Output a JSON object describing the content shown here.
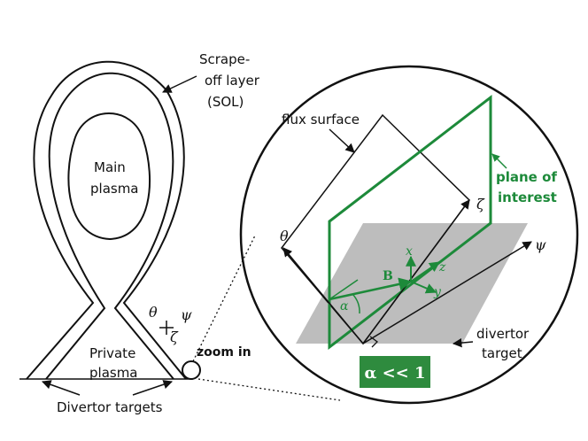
{
  "labels": {
    "sol_line1": "Scrape-",
    "sol_line2": "off layer",
    "sol_line3": "(SOL)",
    "main_line1": "Main",
    "main_line2": "plasma",
    "private_line1": "Private",
    "private_line2": "plasma",
    "divertor_targets": "Divertor targets",
    "zoom_in": "zoom in",
    "flux_surface": "flux surface",
    "plane_line1": "plane of",
    "plane_line2": "interest",
    "divertor_line1": "divertor",
    "divertor_line2": "target",
    "badge": "α << 1"
  },
  "symbols": {
    "theta": "θ",
    "psi": "ψ",
    "zeta": "ζ",
    "x": "x",
    "y": "y",
    "z": "z",
    "B": "B",
    "alpha": "α"
  },
  "colors": {
    "green": "#1d8a3a",
    "target_fill": "#bdbdbd",
    "badge_fill": "#2e8b3e",
    "line": "#111111"
  }
}
